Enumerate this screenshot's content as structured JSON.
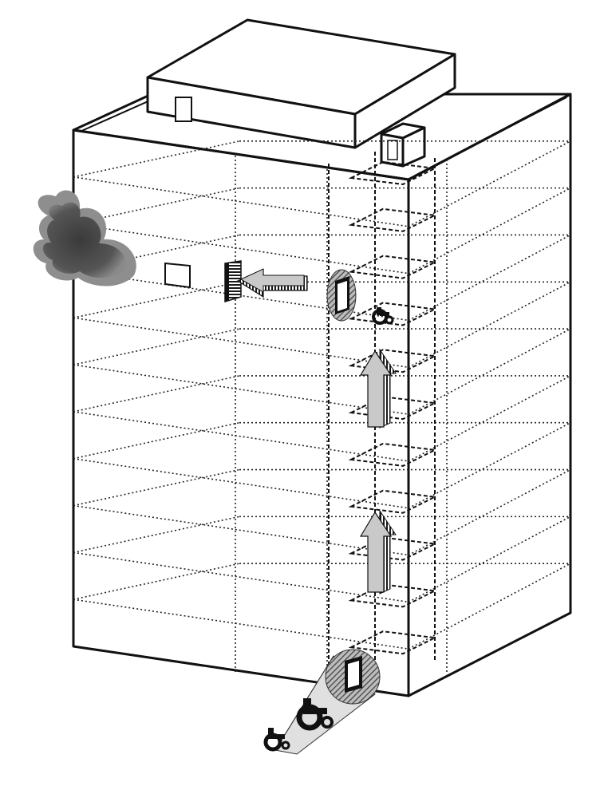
{
  "diagram": {
    "subject": "",
    "floor_count": 11,
    "colors": {
      "line": "#111111",
      "paper": "#ffffff",
      "smoke": "#4a4a4a",
      "smoke_edge": "#8a8a8a",
      "arrow_fill": "#c9c9c9",
      "arrow_hatch": "#1a1a1a"
    },
    "icons": [
      "smoke-cloud-icon",
      "window-icon",
      "door-icon",
      "arrow-icon",
      "wheelchair-icon",
      "rooftop-structure",
      "stair-shaft"
    ]
  }
}
